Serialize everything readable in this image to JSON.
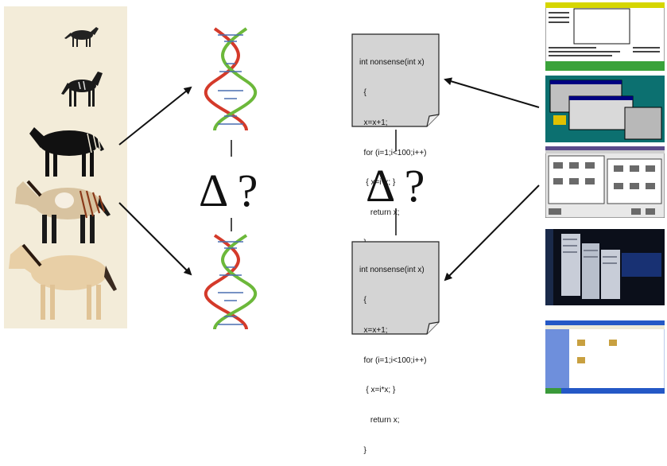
{
  "left_delta": "Δ ?",
  "right_delta": "Δ ?",
  "code_top": [
    "int nonsense(int x)",
    "  {",
    "  x=x+1;",
    "  for (i=1;i<100;i++)",
    "   { x=i*x; }",
    "     return x;",
    "  }"
  ],
  "code_bottom": [
    "int nonsense(int x)",
    "  {",
    "  x=x+1;",
    "  for (i=1;i<100;i++)",
    "   { x=i*x; }",
    "     return x;",
    "  }"
  ],
  "horses": [
    "eohippus-icon",
    "mesohippus-icon",
    "merychippus-icon",
    "pliohippus-icon",
    "equus-icon"
  ],
  "screenshots": [
    "windows-1-screenshot",
    "windows-3-screenshot",
    "program-manager-screenshot",
    "linux-desktop-screenshot",
    "windows-xp-screenshot"
  ],
  "colors": {
    "dna_red": "#d43a2a",
    "dna_green": "#6cb83a",
    "horse_bg": "#f3ecd9",
    "doc_fill": "#d4d4d4"
  }
}
